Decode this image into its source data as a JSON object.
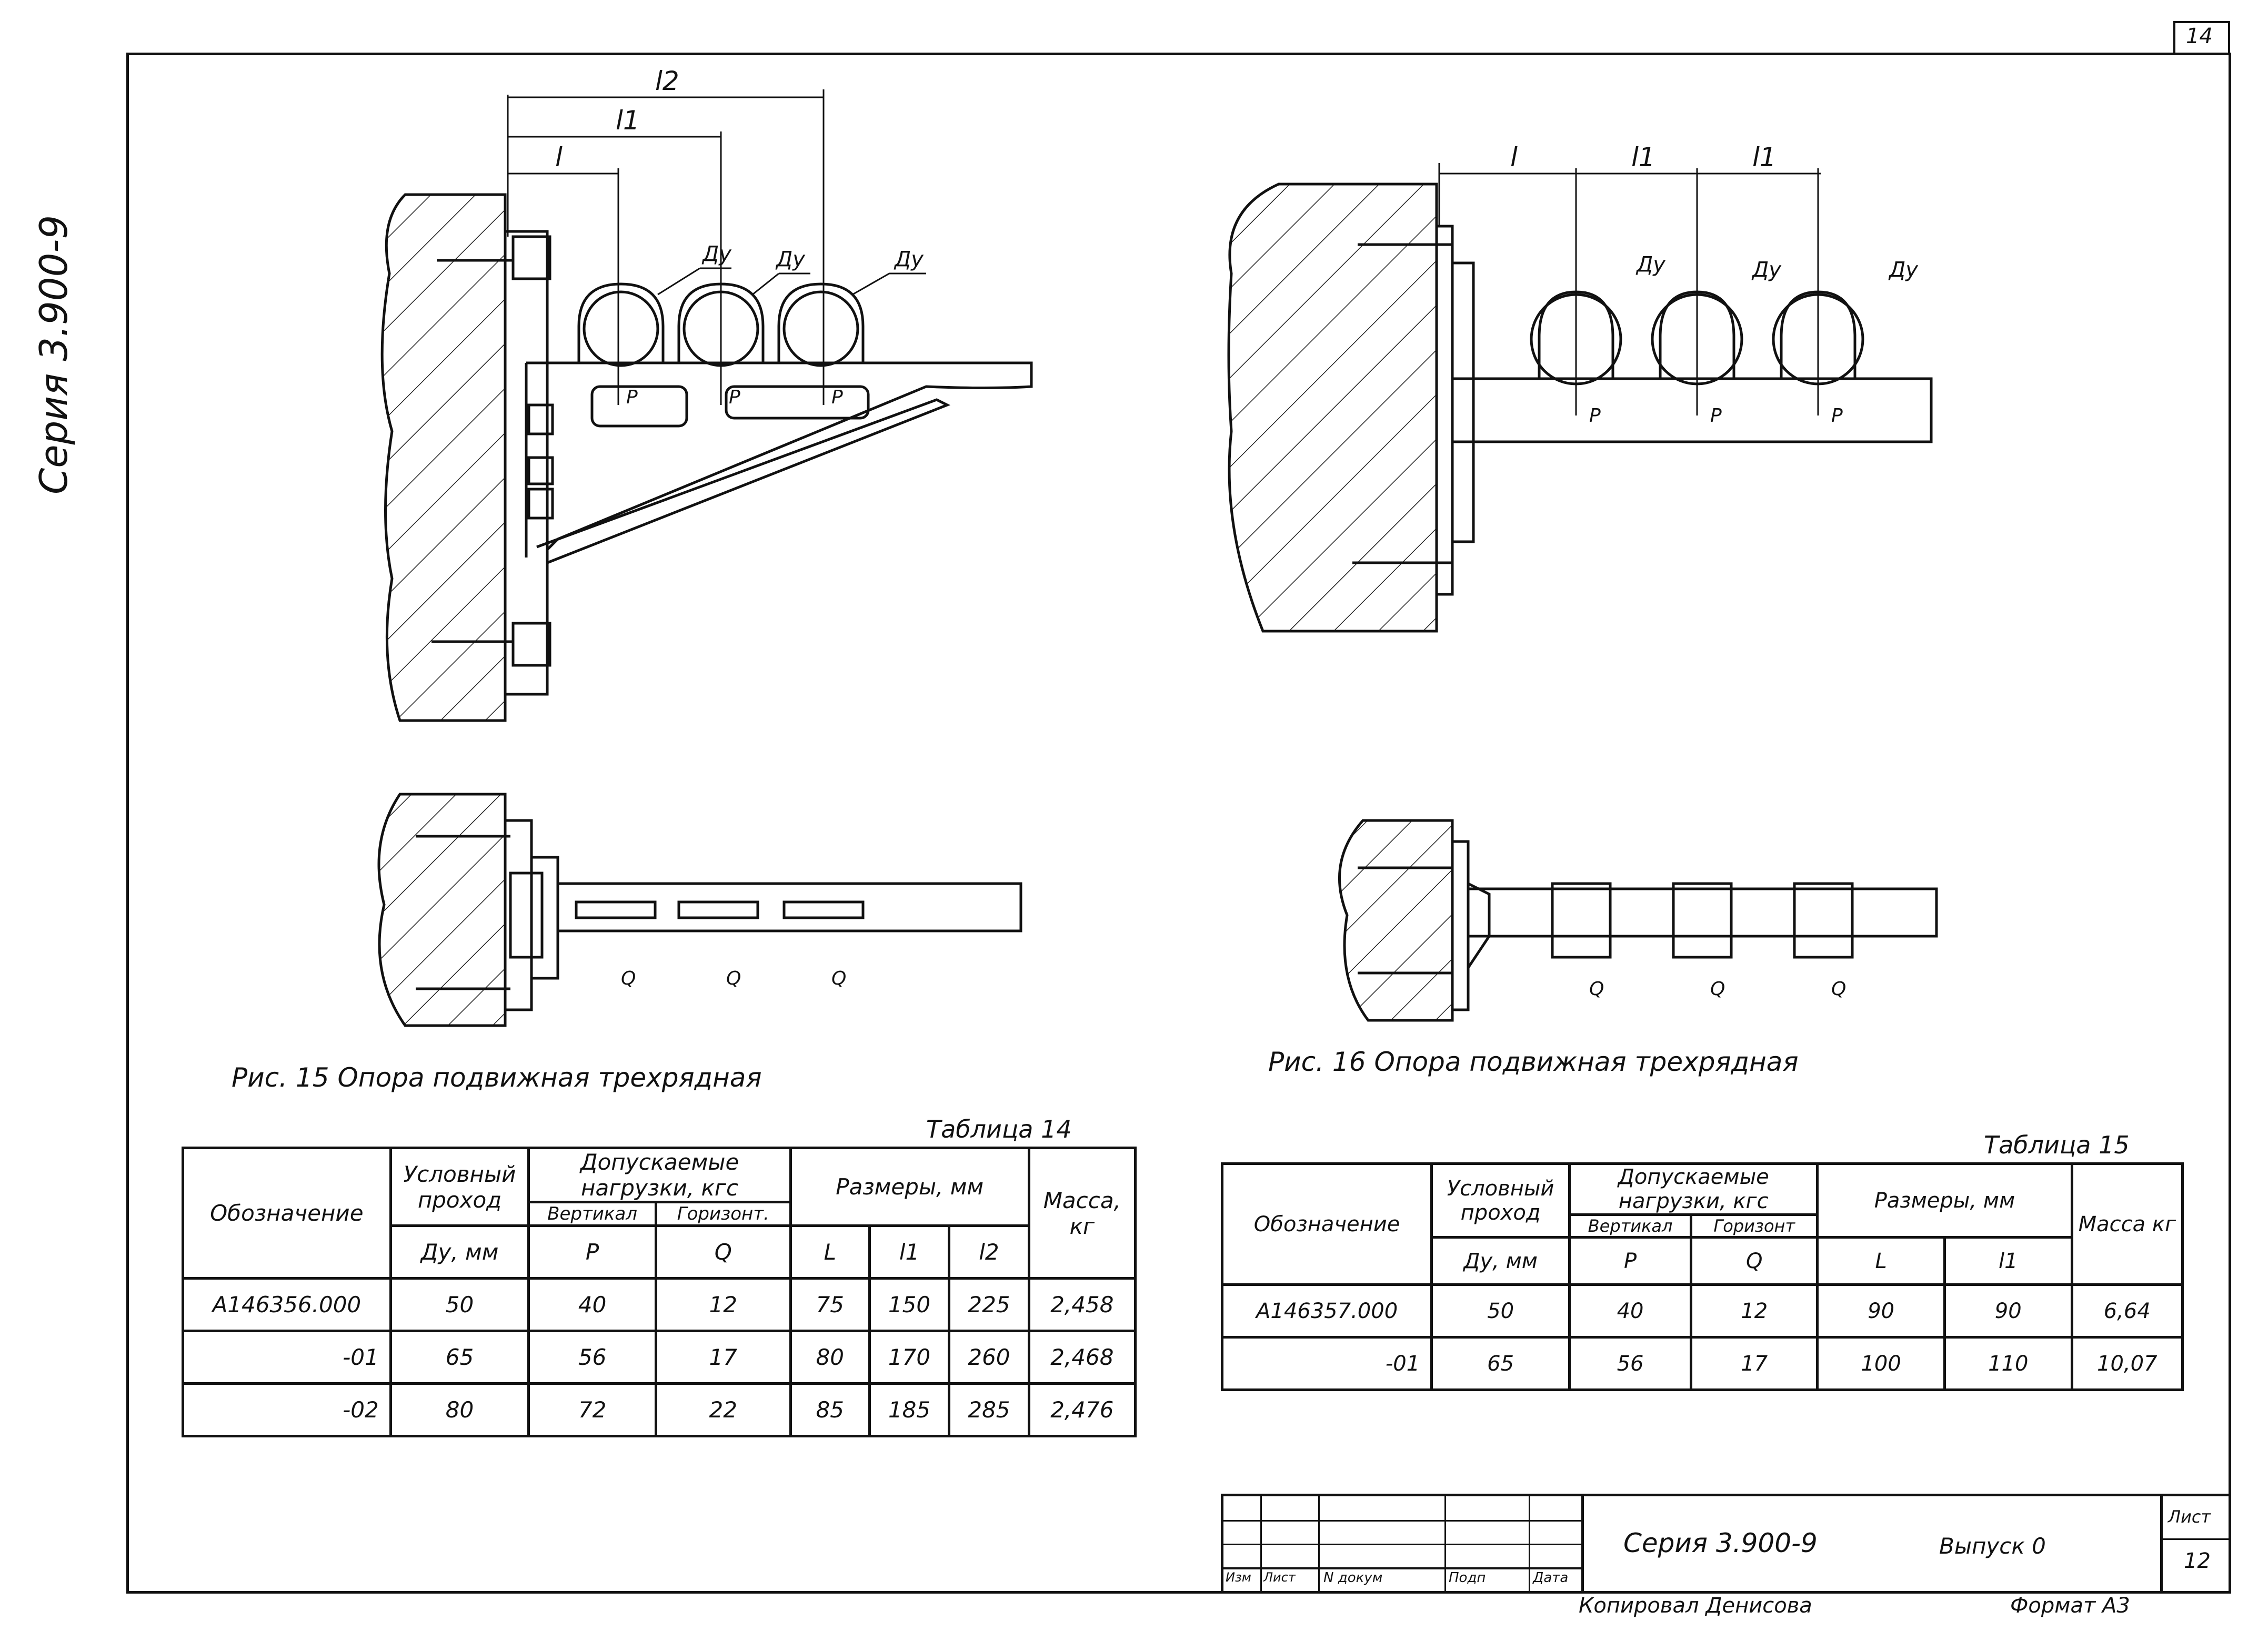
{
  "sheet_number": "14",
  "series_side": "Серия 3.900-9",
  "fig15": {
    "dims": {
      "l": "l",
      "l1": "l1",
      "l2": "l2"
    },
    "pipe_label": "Ду",
    "load_p": "P",
    "load_q": "Q",
    "caption": "Рис. 15 Опора подвижная трехрядная"
  },
  "fig16": {
    "dims": {
      "l": "l",
      "l1a": "l1",
      "l1b": "l1"
    },
    "pipe_label": "Ду",
    "load_p": "P",
    "load_q": "Q",
    "caption": "Рис. 16 Опора подвижная трехрядная"
  },
  "table14": {
    "title": "Таблица 14",
    "h_designation": "Обозначение",
    "h_bore": "Условный проход",
    "h_bore_unit": "Ду, мм",
    "h_loads": "Допускаемые нагрузки, кгс",
    "h_vert": "Вертикал",
    "h_horiz": "Горизонт.",
    "h_p": "P",
    "h_q": "Q",
    "h_dims": "Размеры, мм",
    "h_L": "L",
    "h_l1": "l1",
    "h_l2": "l2",
    "h_mass": "Масса, кг",
    "rows": [
      {
        "des": "А146356.000",
        "dy": "50",
        "p": "40",
        "q": "12",
        "L": "75",
        "l1": "150",
        "l2": "225",
        "m": "2,458"
      },
      {
        "des": "-01",
        "dy": "65",
        "p": "56",
        "q": "17",
        "L": "80",
        "l1": "170",
        "l2": "260",
        "m": "2,468"
      },
      {
        "des": "-02",
        "dy": "80",
        "p": "72",
        "q": "22",
        "L": "85",
        "l1": "185",
        "l2": "285",
        "m": "2,476"
      }
    ]
  },
  "table15": {
    "title": "Таблица 15",
    "h_designation": "Обозначение",
    "h_bore": "Условный проход",
    "h_bore_unit": "Ду, мм",
    "h_loads": "Допускаемые нагрузки, кгс",
    "h_vert": "Вертикал",
    "h_horiz": "Горизонт",
    "h_p": "P",
    "h_q": "Q",
    "h_dims": "Размеры, мм",
    "h_L": "L",
    "h_l1": "l1",
    "h_mass": "Масса кг",
    "rows": [
      {
        "des": "А146357.000",
        "dy": "50",
        "p": "40",
        "q": "12",
        "L": "90",
        "l1": "90",
        "m": "6,64"
      },
      {
        "des": "-01",
        "dy": "65",
        "p": "56",
        "q": "17",
        "L": "100",
        "l1": "110",
        "m": "10,07"
      }
    ]
  },
  "stamp": {
    "izm": "Изм",
    "list": "Лист",
    "ndoc": "N докум",
    "podp": "Подп",
    "data": "Дата",
    "series": "Серия 3.900-9",
    "issue": "Выпуск 0",
    "list_label": "Лист",
    "list_value": "12"
  },
  "copied": "Копировал Денисова",
  "format": "Формат А3"
}
